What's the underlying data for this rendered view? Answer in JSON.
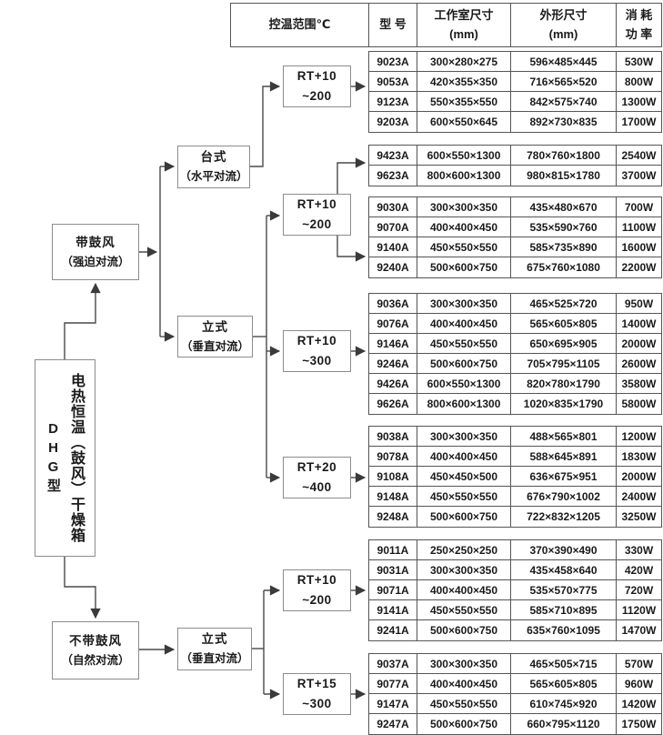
{
  "root": {
    "name": "电热恒温（鼓风）干燥箱",
    "model": "DHG型"
  },
  "flow": {
    "forced": {
      "line1": "带鼓风",
      "line2": "（强迫对流）"
    },
    "natural": {
      "line1": "不带鼓风",
      "line2": "（自然对流）"
    },
    "desktop": {
      "line1": "台式",
      "line2": "（水平对流）"
    },
    "vertical_forced": {
      "line1": "立式",
      "line2": "（垂直对流）"
    },
    "vertical_natural": {
      "line1": "立式",
      "line2": "（垂直对流）"
    },
    "ranges": [
      {
        "line1": "RT+10",
        "line2": "~200"
      },
      {
        "line1": "RT+10",
        "line2": "~200"
      },
      {
        "line1": "RT+10",
        "line2": "~300"
      },
      {
        "line1": "RT+20",
        "line2": "~400"
      },
      {
        "line1": "RT+10",
        "line2": "~200"
      },
      {
        "line1": "RT+15",
        "line2": "~300"
      }
    ]
  },
  "table": {
    "header": {
      "range": "控温范围℃",
      "model": "型 号",
      "chamber_line1": "工作室尺寸",
      "chamber_line2": "(mm)",
      "overall_line1": "外形尺寸",
      "overall_line2": "(mm)",
      "power_line1": "消 耗",
      "power_line2": "功 率"
    },
    "groups": [
      {
        "rows": [
          [
            "9023A",
            "300×280×275",
            "596×485×445",
            "530W"
          ],
          [
            "9053A",
            "420×355×350",
            "716×565×520",
            "800W"
          ],
          [
            "9123A",
            "550×355×550",
            "842×575×740",
            "1300W"
          ],
          [
            "9203A",
            "600×550×645",
            "892×730×835",
            "1700W"
          ]
        ]
      },
      {
        "rows": [
          [
            "9423A",
            "600×550×1300",
            "780×760×1800",
            "2540W"
          ],
          [
            "9623A",
            "800×600×1300",
            "980×815×1780",
            "3700W"
          ]
        ]
      },
      {
        "rows": [
          [
            "9030A",
            "300×300×350",
            "435×480×670",
            "700W"
          ],
          [
            "9070A",
            "400×400×450",
            "535×590×760",
            "1100W"
          ],
          [
            "9140A",
            "450×550×550",
            "585×735×890",
            "1600W"
          ],
          [
            "9240A",
            "500×600×750",
            "675×760×1080",
            "2200W"
          ]
        ]
      },
      {
        "rows": [
          [
            "9036A",
            "300×300×350",
            "465×525×720",
            "950W"
          ],
          [
            "9076A",
            "400×400×450",
            "565×605×805",
            "1400W"
          ],
          [
            "9146A",
            "450×550×550",
            "650×695×905",
            "2000W"
          ],
          [
            "9246A",
            "500×600×750",
            "705×795×1105",
            "2600W"
          ],
          [
            "9426A",
            "600×550×1300",
            "820×780×1790",
            "3580W"
          ],
          [
            "9626A",
            "800×600×1300",
            "1020×835×1790",
            "5800W"
          ]
        ]
      },
      {
        "rows": [
          [
            "9038A",
            "300×300×350",
            "488×565×801",
            "1200W"
          ],
          [
            "9078A",
            "400×400×450",
            "588×645×891",
            "1830W"
          ],
          [
            "9108A",
            "450×450×500",
            "636×675×951",
            "2000W"
          ],
          [
            "9148A",
            "450×550×550",
            "676×790×1002",
            "2400W"
          ],
          [
            "9248A",
            "500×600×750",
            "722×832×1205",
            "3250W"
          ]
        ]
      },
      {
        "rows": [
          [
            "9011A",
            "250×250×250",
            "370×390×490",
            "330W"
          ],
          [
            "9031A",
            "300×300×350",
            "435×458×640",
            "420W"
          ],
          [
            "9071A",
            "400×400×450",
            "535×570×775",
            "720W"
          ],
          [
            "9141A",
            "450×550×550",
            "585×710×895",
            "1120W"
          ],
          [
            "9241A",
            "500×600×750",
            "635×760×1095",
            "1470W"
          ]
        ]
      },
      {
        "rows": [
          [
            "9037A",
            "300×300×350",
            "465×505×715",
            "570W"
          ],
          [
            "9077A",
            "400×400×450",
            "565×605×805",
            "960W"
          ],
          [
            "9147A",
            "450×550×550",
            "610×745×920",
            "1420W"
          ],
          [
            "9247A",
            "500×600×750",
            "660×795×1120",
            "1750W"
          ]
        ]
      }
    ]
  }
}
